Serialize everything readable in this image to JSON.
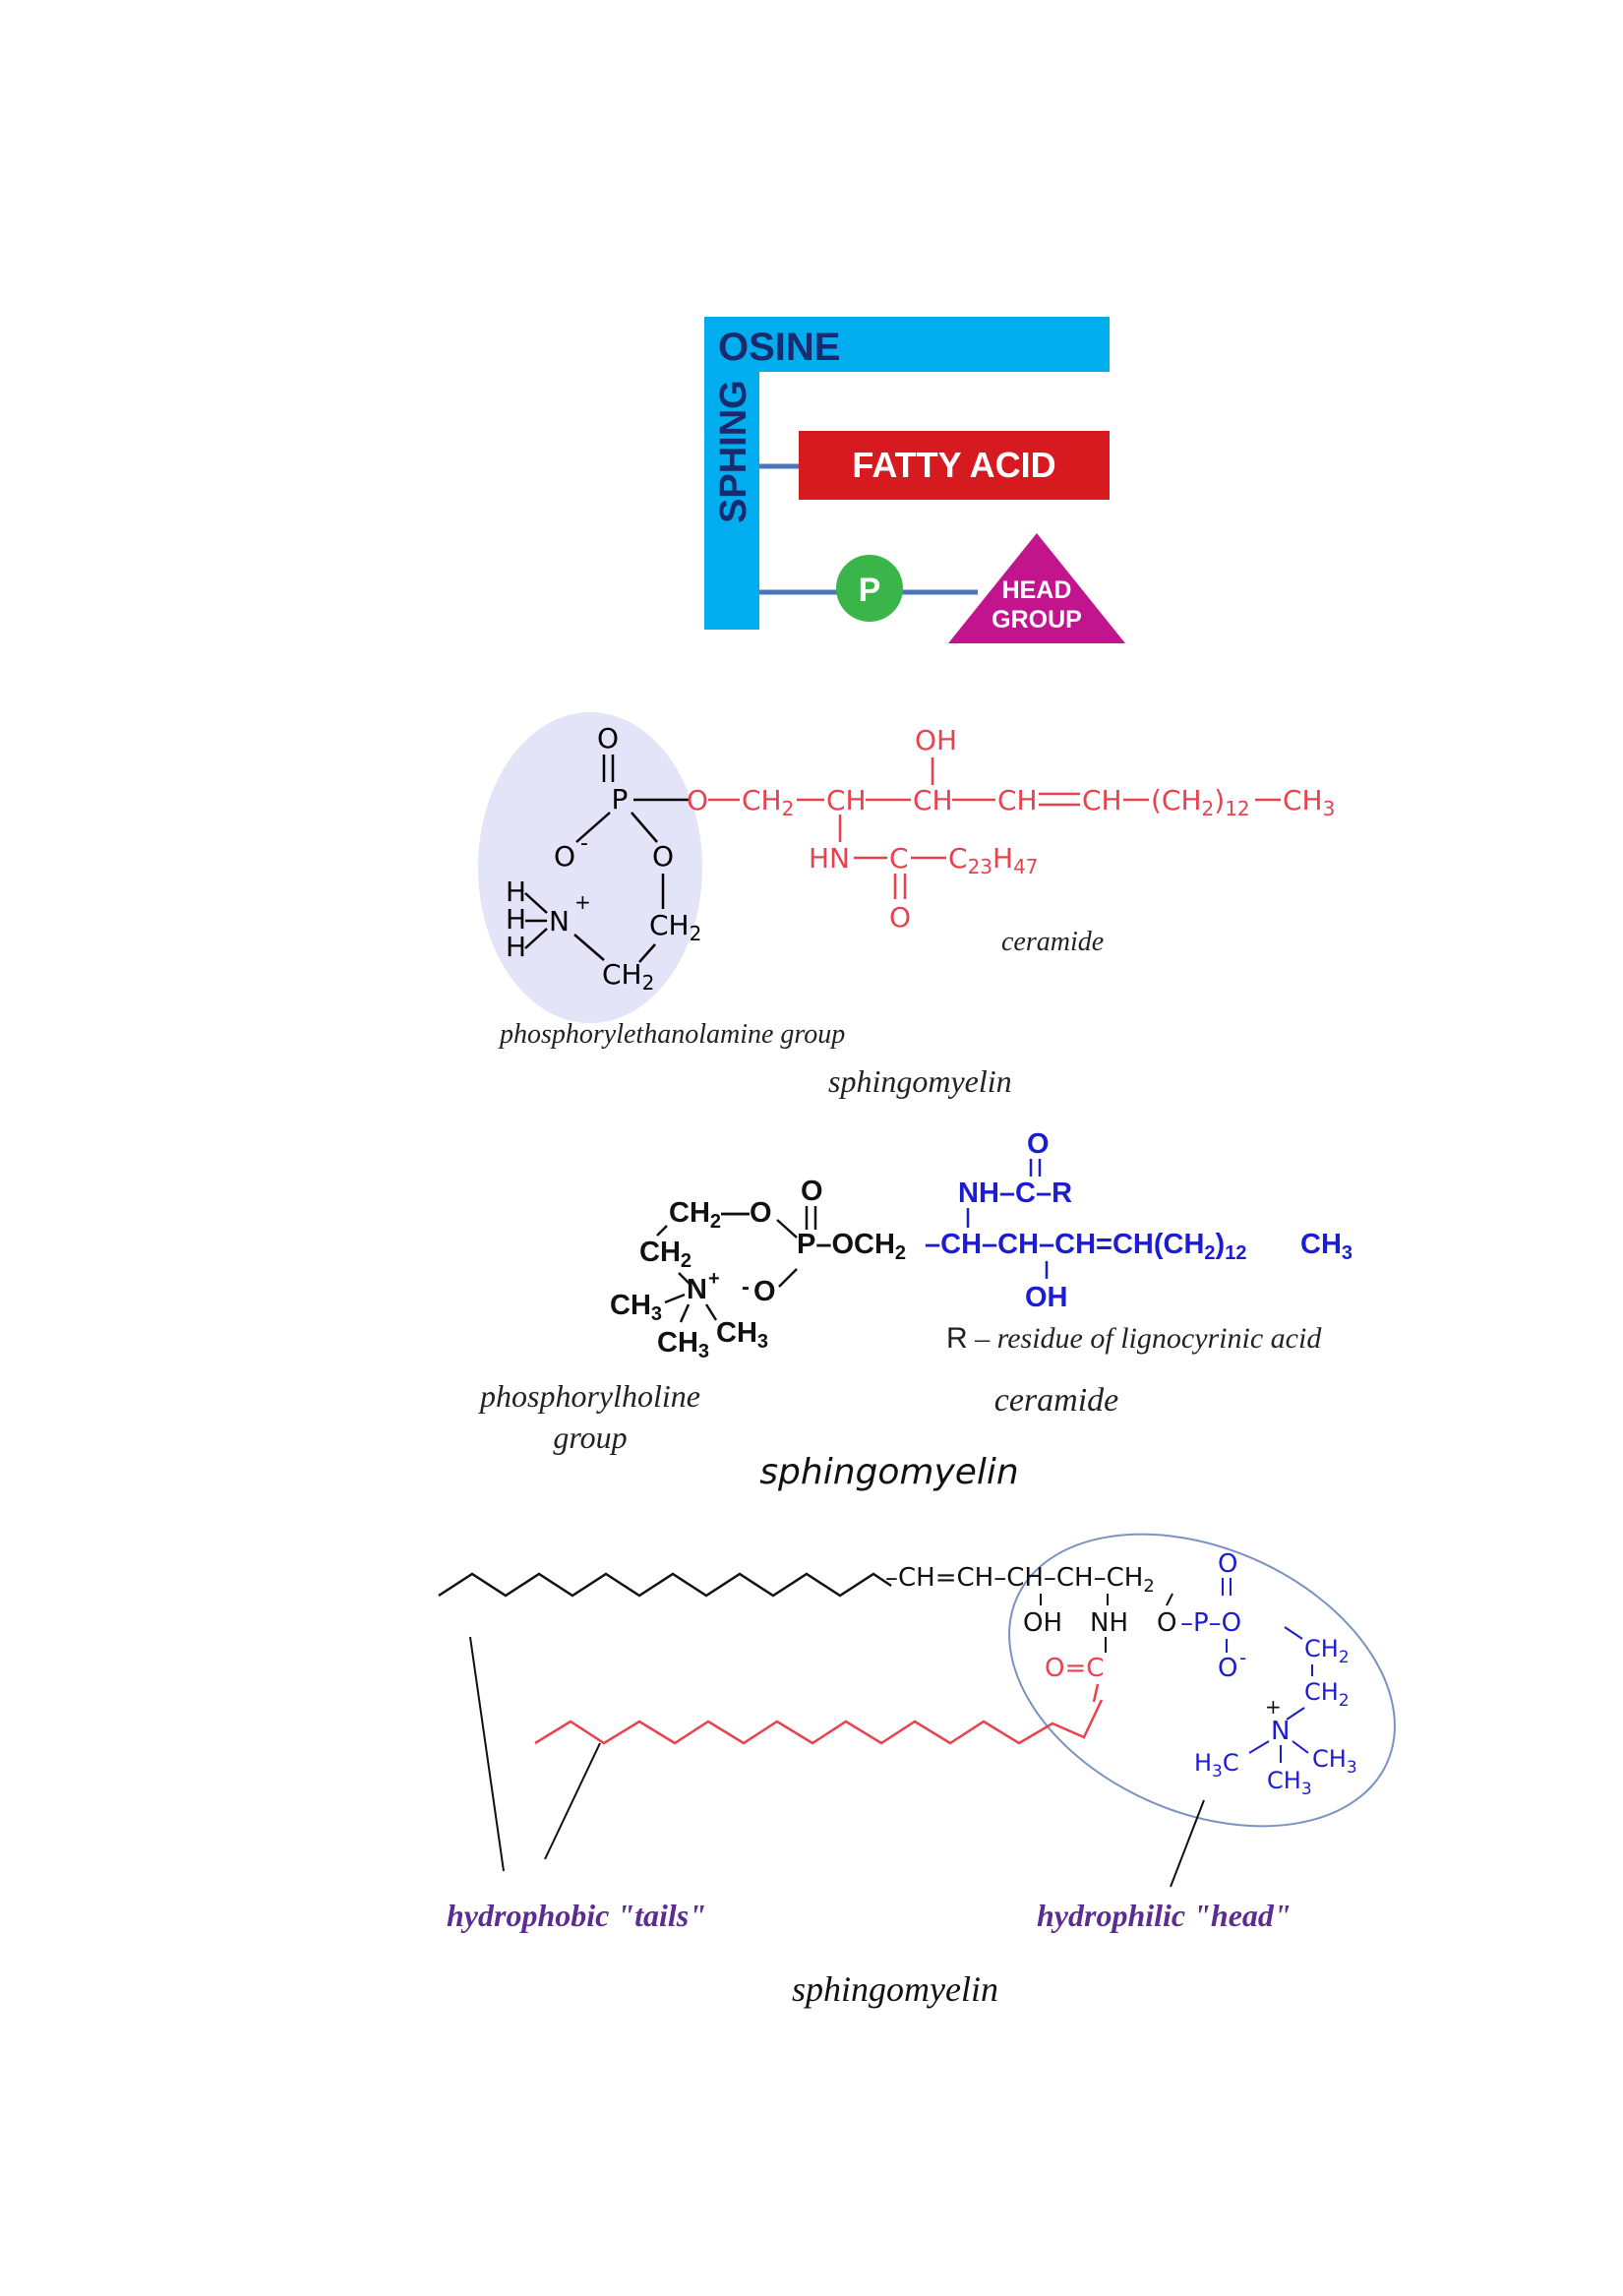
{
  "schema": {
    "sphing_top": "OSINE",
    "sphing_side": "SPHING",
    "fatty_acid": "FATTY ACID",
    "phosphate": "P",
    "head_line1": "HEAD",
    "head_line2": "GROUP"
  },
  "structure1": {
    "left": {
      "o_top": "O",
      "p": "P",
      "o_minus": "O",
      "minus": "-",
      "o_ring": "O",
      "h1": "H",
      "h2": "H",
      "h3": "H",
      "n": "N",
      "plus": "+",
      "ch2_right": "CH",
      "ch2_right_sub": "2",
      "ch2_bottom": "CH",
      "ch2_bottom_sub": "2"
    },
    "chain": {
      "o": "O",
      "ch2": "CH",
      "ch2_sub": "2",
      "ch1": "CH",
      "ch2b": "CH",
      "oh": "OH",
      "ch_eq": "CH",
      "ch_eq2": "CH",
      "paren": "(CH",
      "paren_sub": "2",
      "paren_close": ")",
      "paren_count": "12",
      "ch3": "CH",
      "ch3_sub": "3",
      "hn": "HN",
      "c": "C",
      "c23": "C",
      "c23_sub": "23",
      "h47": "H",
      "h47_sub": "47",
      "o_bottom": "O"
    },
    "label_ceramide": "ceramide",
    "label_group": "phosphorylethanolamine group",
    "label_title": "sphingomyelin"
  },
  "structure2": {
    "ch2_o": "CH",
    "ch2_o_sub": "2",
    "ch2_o_tail": "—O",
    "o_top": "O",
    "ch2_left": "CH",
    "ch2_left_sub": "2",
    "p_chain": "P–OCH",
    "p_chain_sub": "2",
    "ch_ch": "–CH–CH–CH=CH(CH",
    "ch_ch_sub": "2",
    "ch_ch_paren": ")",
    "ch_ch_count": "12",
    "ch3_end": "CH",
    "ch3_end_sub": "3",
    "o_carbonyl": "O",
    "nh_cr": "NH–C–R",
    "oh": "OH",
    "ch3_n": "CH",
    "ch3_n_sub": "3",
    "n_plus": "N",
    "plus_sign": "+",
    "o_minus_charge": "-",
    "o_minus": "O",
    "ch3_a": "CH",
    "ch3_a_sub": "3",
    "ch3_b": "CH",
    "ch3_b_sub": "3",
    "r_prefix": "R",
    "r_text": " – residue of lignocyrinic acid",
    "label_group_1": "phosphorylholine",
    "label_group_2": "group",
    "label_ceramide": "ceramide",
    "label_title": "sphingomyelin"
  },
  "structure3": {
    "chain": "–CH=CH–CH–CH–CH",
    "chain_sub": "2",
    "oh": "OH",
    "nh": "NH",
    "o_link": "O",
    "p": "–P–O",
    "o_top": "O",
    "o_bottom": "O",
    "o_minus": "-",
    "carbonyl": "O=C",
    "ch2_a": "CH",
    "ch2_a_sub": "2",
    "ch2_b": "CH",
    "ch2_b_sub": "2",
    "n": "N",
    "n_plus": "+",
    "h3c": "H",
    "h3c_sub": "3",
    "h3c_c": "C",
    "ch3_r": "CH",
    "ch3_r_sub": "3",
    "ch3_b": "CH",
    "ch3_b_sub": "3",
    "label_tails": "hydrophobic \"tails\"",
    "label_head": "hydrophilic  \"head\"",
    "label_title": "sphingomyelin"
  },
  "colors": {
    "sphing_blue": "#00aeef",
    "fatty_red": "#d71920",
    "phosphate_green": "#39b54a",
    "head_magenta": "#c2148c",
    "chain_red": "#e8424e",
    "ellipse_fill": "#e4e4f8",
    "blue_text": "#1c1cd0",
    "purple_text": "#5b2d8e",
    "outline_ellipse": "#7a93c0"
  }
}
